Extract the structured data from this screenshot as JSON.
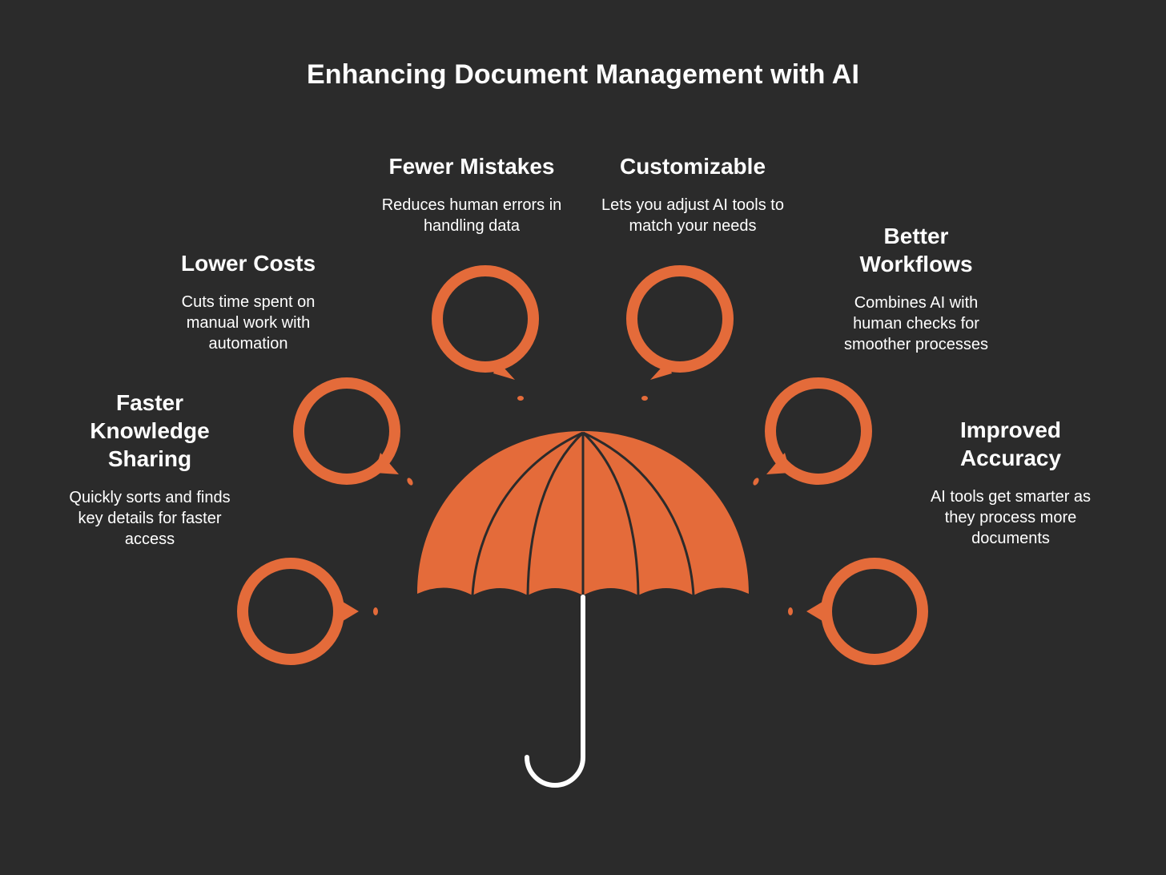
{
  "title": "Enhancing Document Management with AI",
  "colors": {
    "background": "#2b2b2b",
    "accent": "#e46b3a",
    "text": "#ffffff"
  },
  "features": [
    {
      "id": "faster-knowledge-sharing",
      "heading": "Faster Knowledge Sharing",
      "description": "Quickly sorts and finds key details for faster access"
    },
    {
      "id": "lower-costs",
      "heading": "Lower Costs",
      "description": "Cuts time spent on manual work with automation"
    },
    {
      "id": "fewer-mistakes",
      "heading": "Fewer Mistakes",
      "description": "Reduces human errors in handling data"
    },
    {
      "id": "customizable",
      "heading": "Customizable",
      "description": "Lets you adjust AI tools to match your needs"
    },
    {
      "id": "better-workflows",
      "heading": "Better Workflows",
      "description": "Combines AI with human checks for smoother processes"
    },
    {
      "id": "improved-accuracy",
      "heading": "Improved Accuracy",
      "description": "AI tools get smarter as they process more documents"
    }
  ]
}
